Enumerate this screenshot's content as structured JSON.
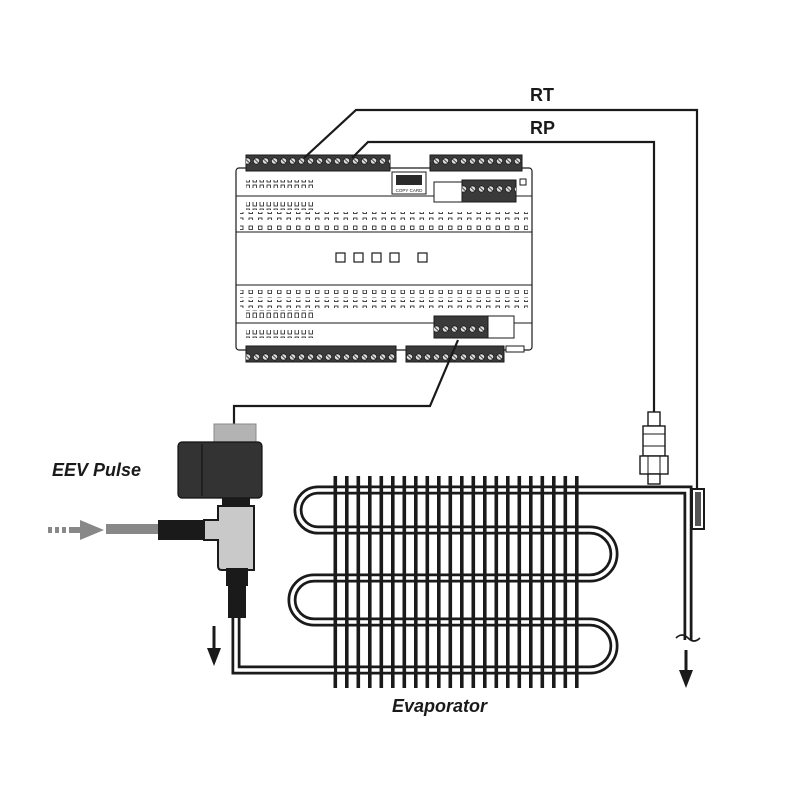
{
  "labels": {
    "rt": "RT",
    "rp": "RP",
    "eev_pulse": "EEV Pulse",
    "evaporator": "Evaporator",
    "copy_card": "COPY CARD"
  },
  "colors": {
    "line": "#1a1a1a",
    "terminal": "#3a3a3a",
    "valve_body": "#333333",
    "valve_cap": "#b3b3b3",
    "inlet_pipe": "#888888",
    "background": "#ffffff"
  },
  "icons": [
    "controller-unit",
    "terminal-block",
    "eev-valve",
    "pressure-sensor",
    "temperature-sensor",
    "flow-arrow"
  ]
}
